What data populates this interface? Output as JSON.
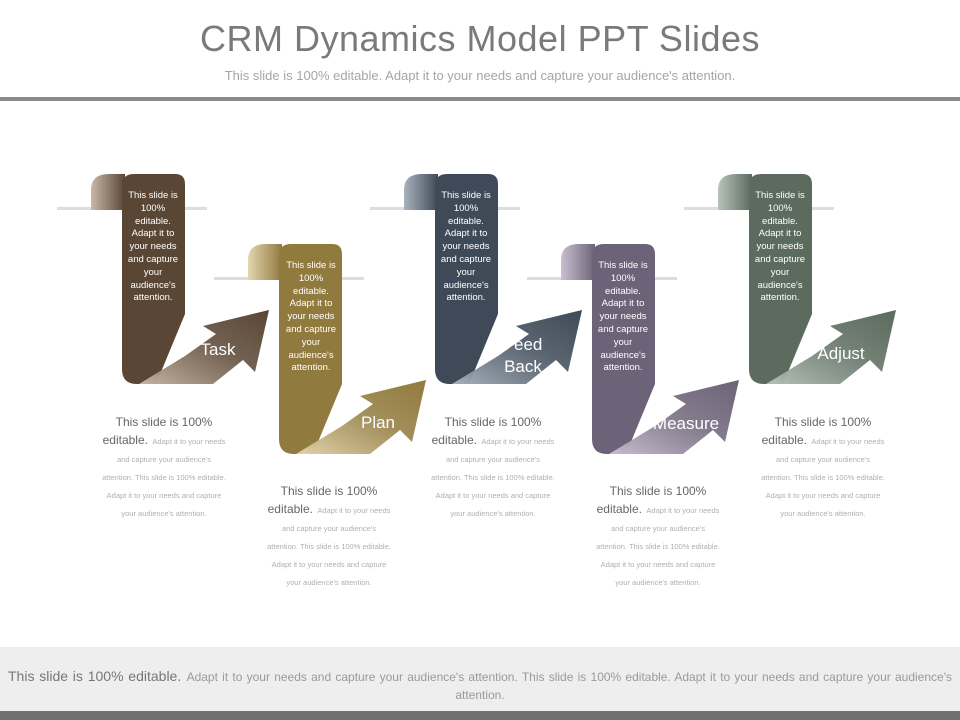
{
  "header": {
    "title": "CRM Dynamics Model PPT Slides",
    "subtitle": "This slide is 100% editable. Adapt it to your needs and capture your audience's attention."
  },
  "steps": [
    {
      "label": "Task",
      "color_dark": "#5a4634",
      "color_light": "#c9b8a6",
      "panel_text": "This slide is 100% editable. Adapt it to your needs and capture your audience's attention.",
      "caption_lead": "This slide is 100% editable.",
      "caption_body": "Adapt it to your needs and capture your audience's attention. This slide is 100% editable. Adapt it to your needs and capture your audience's attention."
    },
    {
      "label": "Plan",
      "color_dark": "#917a3e",
      "color_light": "#e3d5af",
      "panel_text": "This slide is 100% editable. Adapt it to your needs and capture your audience's attention.",
      "caption_lead": "This slide is 100% editable.",
      "caption_body": "Adapt it to your needs and capture your audience's attention. This slide is 100% editable. Adapt it to your needs and capture your audience's attention."
    },
    {
      "label": "Feed Back",
      "color_dark": "#3e4a58",
      "color_light": "#a9b3be",
      "panel_text": "This slide is 100% editable. Adapt it to your needs and capture your audience's attention.",
      "caption_lead": "This slide is 100% editable.",
      "caption_body": "Adapt it to your needs and capture your audience's attention. This slide is 100% editable. Adapt it to your needs and capture your audience's attention."
    },
    {
      "label": "Measure",
      "color_dark": "#6d6378",
      "color_light": "#c8c0cf",
      "panel_text": "This slide is 100% editable. Adapt it to your needs and capture your audience's attention.",
      "caption_lead": "This slide is 100% editable.",
      "caption_body": "Adapt it to your needs and capture your audience's attention. This slide is 100% editable. Adapt it to your needs and capture your audience's attention."
    },
    {
      "label": "Adjust",
      "color_dark": "#5b6b5e",
      "color_light": "#b8c3b9",
      "panel_text": "This slide is 100% editable. Adapt it to your needs and capture your audience's attention.",
      "caption_lead": "This slide is 100% editable.",
      "caption_body": "Adapt it to your needs and capture your audience's attention. This slide is 100% editable. Adapt it to your needs and capture your audience's attention."
    }
  ],
  "footer": {
    "lead": "This slide is 100% editable.",
    "body": "Adapt it to your needs and capture your audience's attention. This slide is 100% editable. Adapt it to your needs and capture your audience's attention."
  },
  "theme": {
    "title_color": "#7a7a7a",
    "rule_color": "#8a8a8a",
    "footer_bg": "#eeeeee"
  }
}
